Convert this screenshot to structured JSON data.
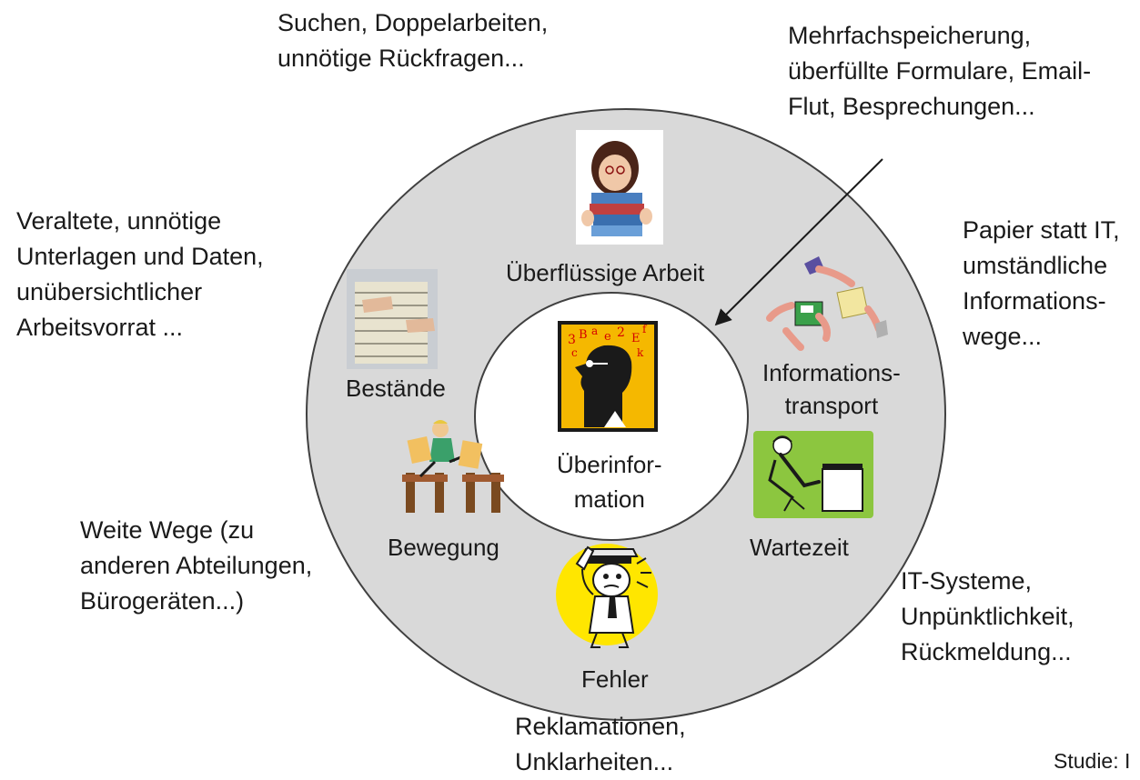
{
  "center": {
    "label_lines": [
      "Überinfor-",
      "mation"
    ],
    "icon": "head-with-letters-icon"
  },
  "ring_items": [
    {
      "key": "ueberfluessige_arbeit",
      "label": "Überflüssige Arbeit",
      "icon": "woman-carrying-folders-icon"
    },
    {
      "key": "informationstransport",
      "label_lines": [
        "Informations-",
        "transport"
      ],
      "icon": "hands-passing-papers-icon"
    },
    {
      "key": "wartezeit",
      "label": "Wartezeit",
      "icon": "man-waiting-at-desk-icon"
    },
    {
      "key": "fehler",
      "label": "Fehler",
      "icon": "detective-with-phone-icon"
    },
    {
      "key": "bewegung",
      "label": "Bewegung",
      "icon": "person-jumping-hurdles-icon"
    },
    {
      "key": "bestaende",
      "label": "Bestände",
      "icon": "file-drawer-icon"
    }
  ],
  "annotations": {
    "top_center": [
      "Suchen, Doppelarbeiten,",
      "unnötige Rückfragen..."
    ],
    "top_right": [
      "Mehrfachspeicherung,",
      "überfüllte Formulare, Email-",
      "Flut, Besprechungen..."
    ],
    "left": [
      "Veraltete, unnötige",
      "Unterlagen und Daten,",
      "unübersichtlicher",
      "Arbeitsvorrat ..."
    ],
    "right": [
      "Papier statt IT,",
      "umständliche",
      "Informations-",
      "wege..."
    ],
    "bottom_left": [
      "Weite Wege (zu",
      "anderen Abteilungen,",
      "Bürogeräten...)"
    ],
    "bottom_right": [
      "IT-Systeme,",
      "Unpünktlichkeit,",
      "Rückmeldung..."
    ],
    "bottom_center": [
      "Reklamationen,",
      "Unklarheiten..."
    ]
  },
  "source_note": "Studie: I",
  "colors": {
    "ring_fill": "#d9d9d9",
    "ring_stroke": "#404040",
    "center_fill": "#ffffff",
    "head_icon_bg": "#f5b800",
    "wartezeit_bg": "#8cc63f",
    "fehler_bg": "#ffe600"
  }
}
